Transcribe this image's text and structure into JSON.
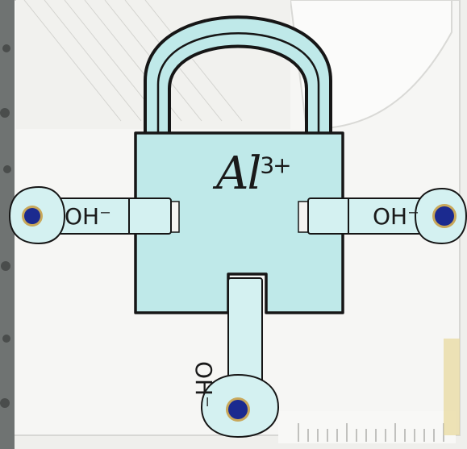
{
  "scene": {
    "cation_label": "Al",
    "cation_charge": "3+",
    "ligands": [
      {
        "position": "left",
        "label": "OH⁻"
      },
      {
        "position": "right",
        "label": "OH⁻"
      },
      {
        "position": "bottom",
        "label": "OH⁻"
      }
    ]
  },
  "colors": {
    "lock_body": "#bfe9e9",
    "outline": "#161616",
    "board": "#f3f3f0",
    "bead": "#1b2a8f",
    "tan_ring": "#c9a85a"
  }
}
